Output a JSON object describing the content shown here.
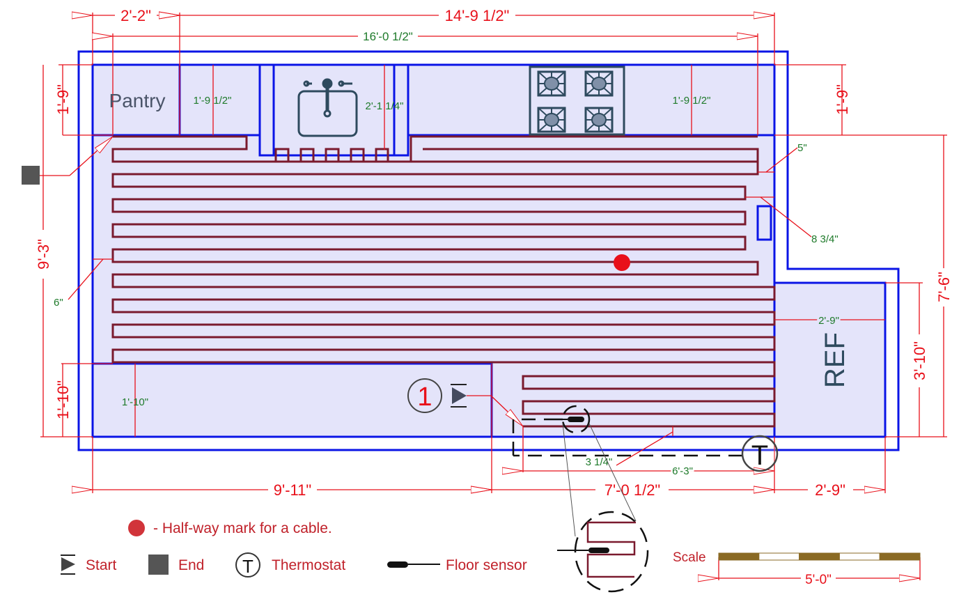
{
  "title": "Kitchen floor heating cable layout plan",
  "colors": {
    "wall": "#0a14e6",
    "floor_fill": "#e4e4fa",
    "cable": "#7a1a2e",
    "dimension": "#e8101a",
    "dimension_green": "#1e7a2a",
    "fixture": "#2e4a5e",
    "legend": "#c0212a",
    "marker_dark": "#555555",
    "scale_dark": "#8a6a24"
  },
  "rooms": {
    "pantry_label": "Pantry",
    "ref_label": "REF"
  },
  "dimensions": {
    "top_left": "2'-2\"",
    "top_main": "14'-9 1/2\"",
    "top_inner": "16'-0 1/2\"",
    "left_top": "1'-9\"",
    "right_top": "1'-9\"",
    "left_total": "9'-3\"",
    "left_bottom": "1'-10\"",
    "right_total": "7'-6\"",
    "right_ref": "3'-10\"",
    "bottom_left": "9'-11\"",
    "bottom_mid": "7'-0 1/2\"",
    "bottom_right": "2'-9\"",
    "counter_depth_1": "1'-9 1/2\"",
    "sink_depth": "2'-1 1/4\"",
    "counter_depth_2": "1'-9 1/2\"",
    "gap_5": "5\"",
    "gap_8_34": "8 3/4\"",
    "gap_6": "6\"",
    "bottom_counter": "1'-10\"",
    "ref_width": "2'-9\"",
    "sensor_offset": "3 1/4\"",
    "sensor_length": "6'-3\""
  },
  "markers": {
    "zone_number": "1",
    "thermostat_letter": "T"
  },
  "legend": {
    "halfway": "- Half-way mark for a cable.",
    "start": "Start",
    "end": "End",
    "thermostat": "Thermostat",
    "thermostat_letter": "T",
    "floor_sensor": "Floor sensor"
  },
  "scale": {
    "label": "Scale",
    "length": "5'-0\""
  }
}
